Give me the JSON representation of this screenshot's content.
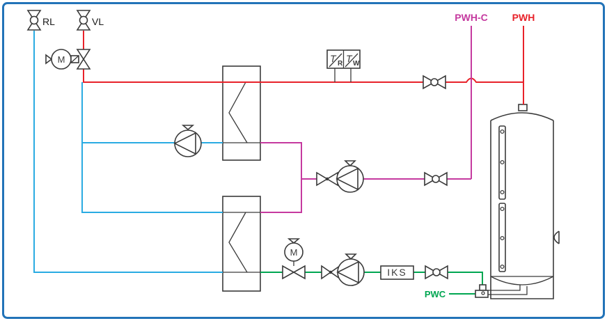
{
  "colors": {
    "frame_border": "#2273b8",
    "pipe_heating_supply": "#e8222a",
    "pipe_heating_return": "#29abe2",
    "pipe_circulation": "#c5399f",
    "pipe_cold_water": "#00a651",
    "symbol_outline": "#3a3a3a",
    "label_dark": "#1a1a1a"
  },
  "labels": {
    "rl": "RL",
    "vl": "VL",
    "pwh": "PWH",
    "pwh_c": "PWH-C",
    "pwc": "PWC",
    "iks": "IKS",
    "motor_mixing": "M",
    "motor_charging": "M",
    "tr": "T",
    "tr_sub": "R",
    "tw": "T",
    "tw_sub": "W"
  }
}
